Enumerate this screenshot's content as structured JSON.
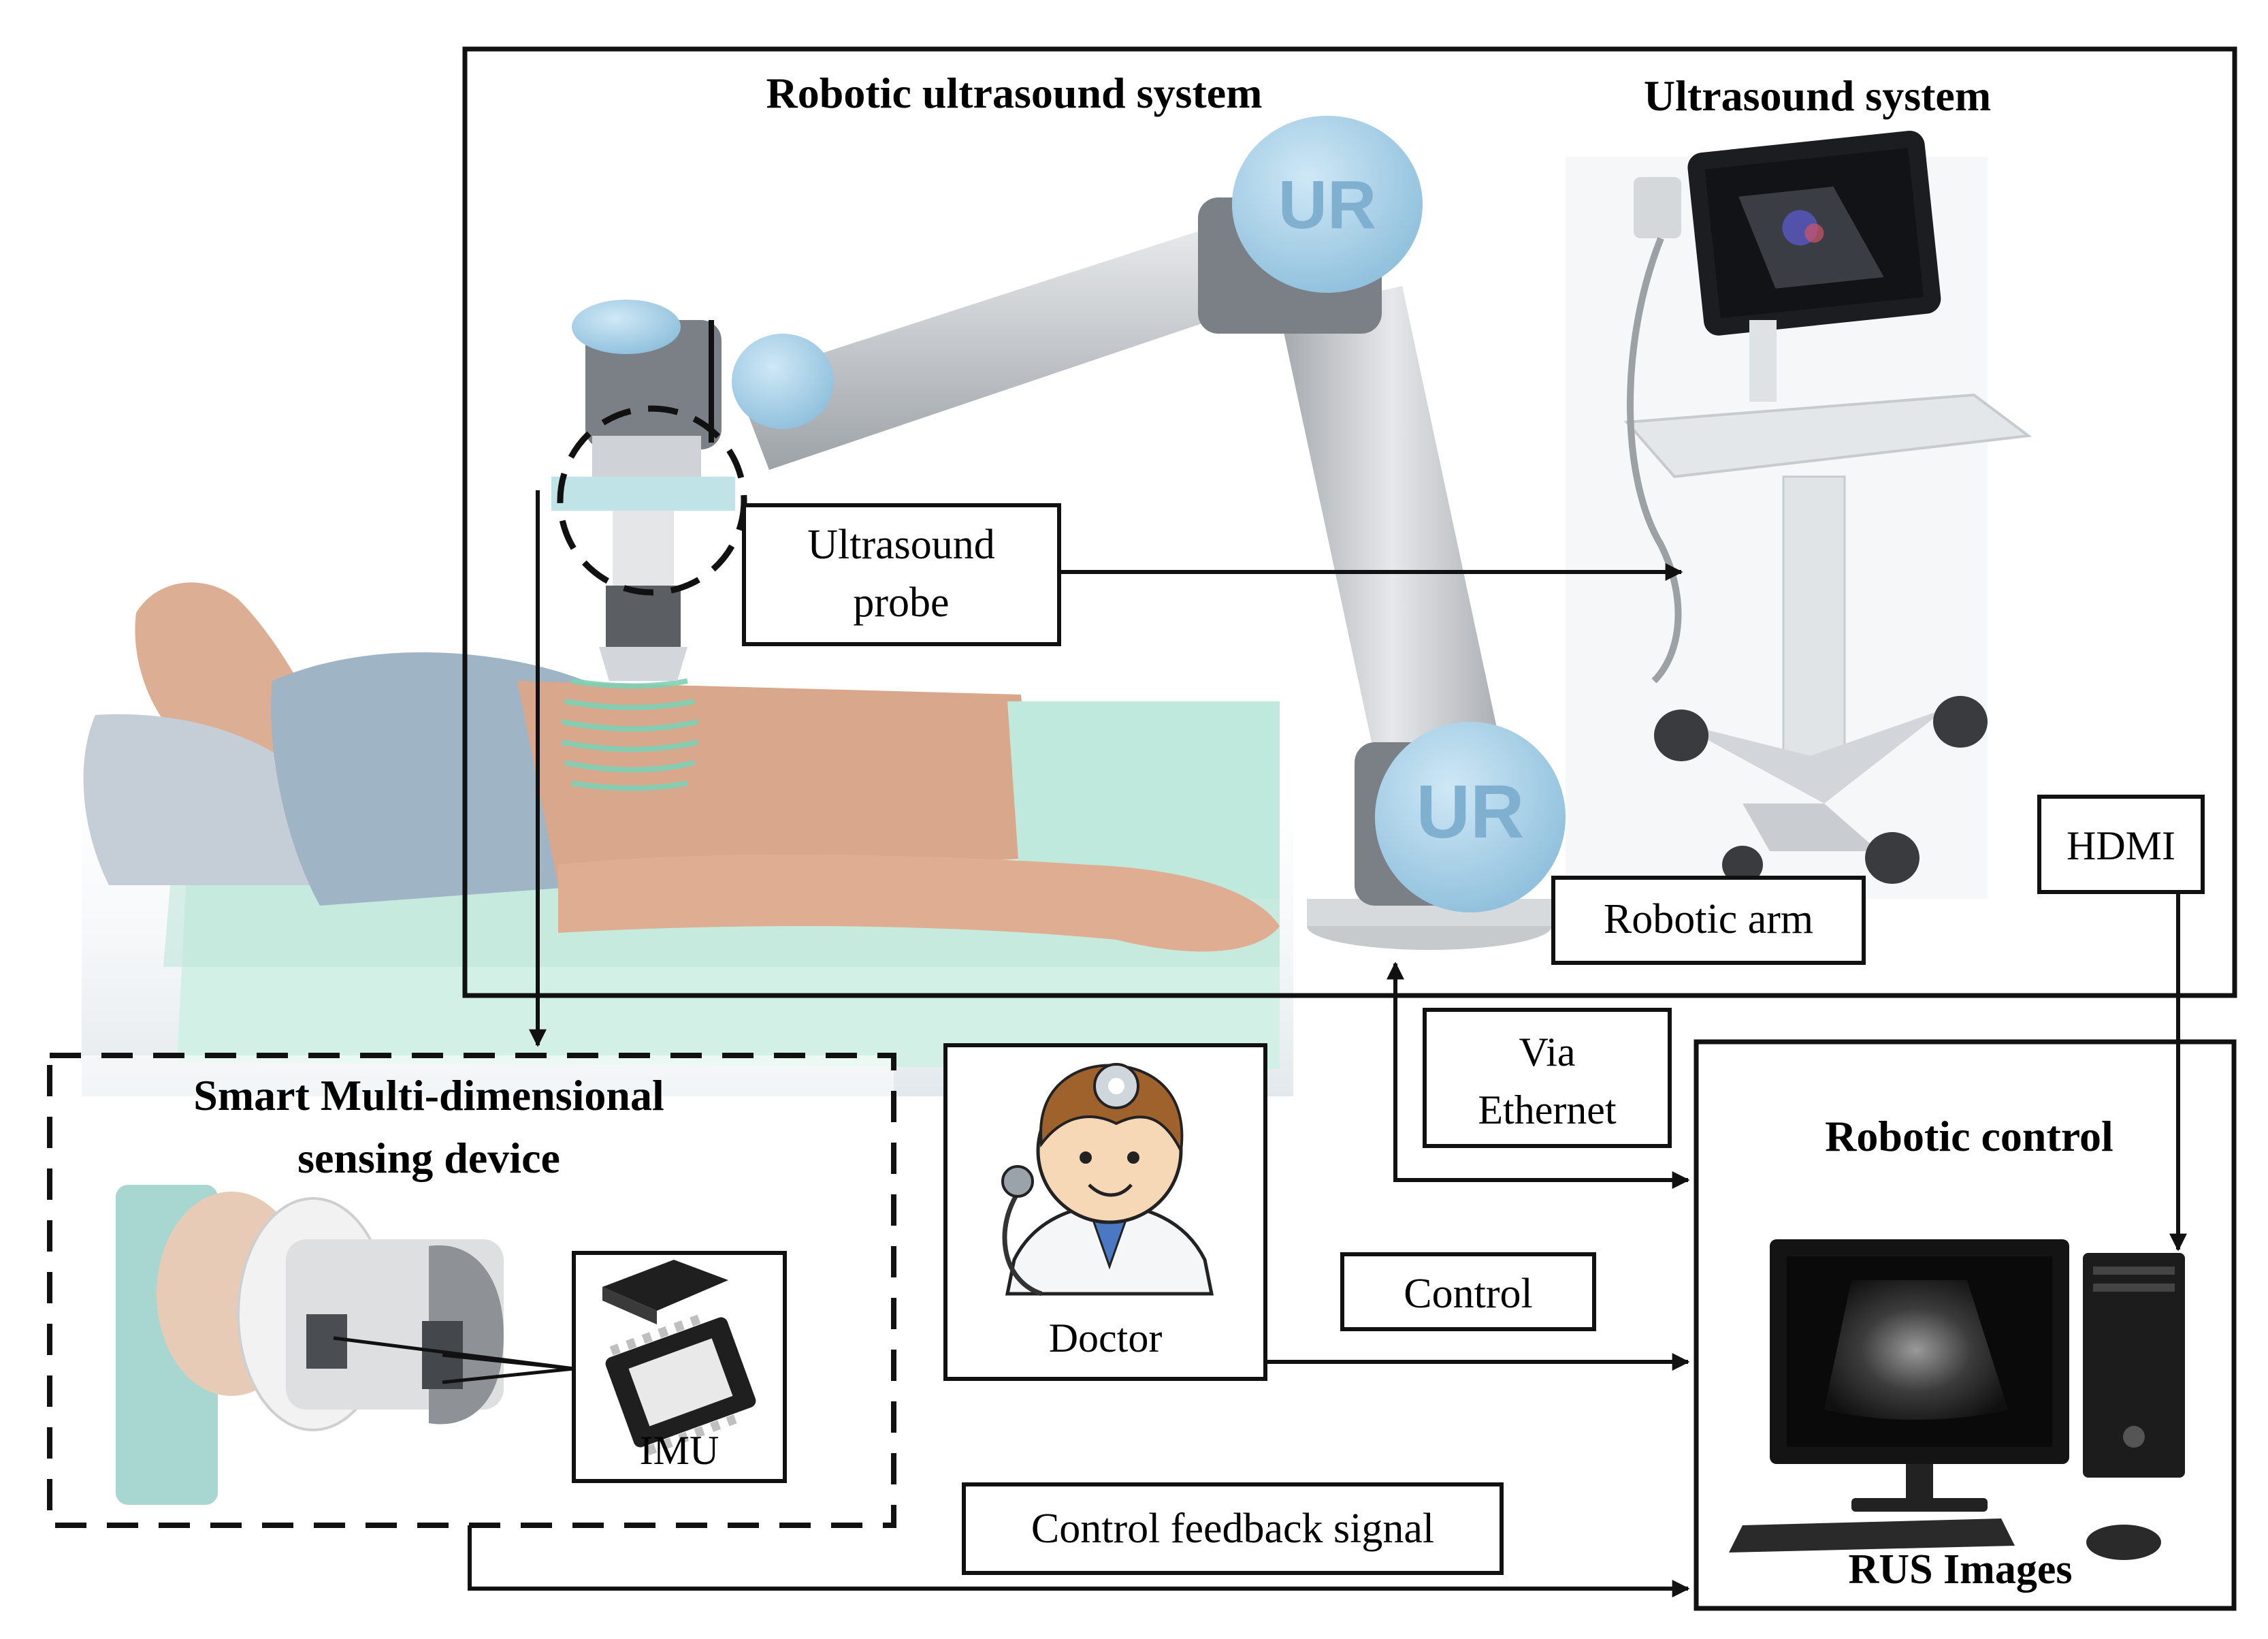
{
  "titles": {
    "robotic_ultrasound_system": "Robotic ultrasound system",
    "ultrasound_system": "Ultrasound system",
    "smart_device_line1": "Smart Multi-dimensional",
    "smart_device_line2": "sensing device",
    "robotic_control": "Robotic control",
    "rus_images": "RUS Images"
  },
  "labels": {
    "ultrasound_probe_line1": "Ultrasound",
    "ultrasound_probe_line2": "probe",
    "robotic_arm": "Robotic arm",
    "hdmi": "HDMI",
    "via_ethernet_line1": "Via",
    "via_ethernet_line2": "Ethernet",
    "doctor": "Doctor",
    "control": "Control",
    "imu": "IMU",
    "control_feedback_signal": "Control feedback signal"
  },
  "colors": {
    "robot_joint": "#a9d2ea",
    "robot_link": "#c9ccd0",
    "patient_skin": "#d9a88c",
    "patient_gown": "#9fb4c4",
    "sheet": "#cfeee4",
    "device_teal": "#a8d6d0",
    "line": "#111111"
  }
}
